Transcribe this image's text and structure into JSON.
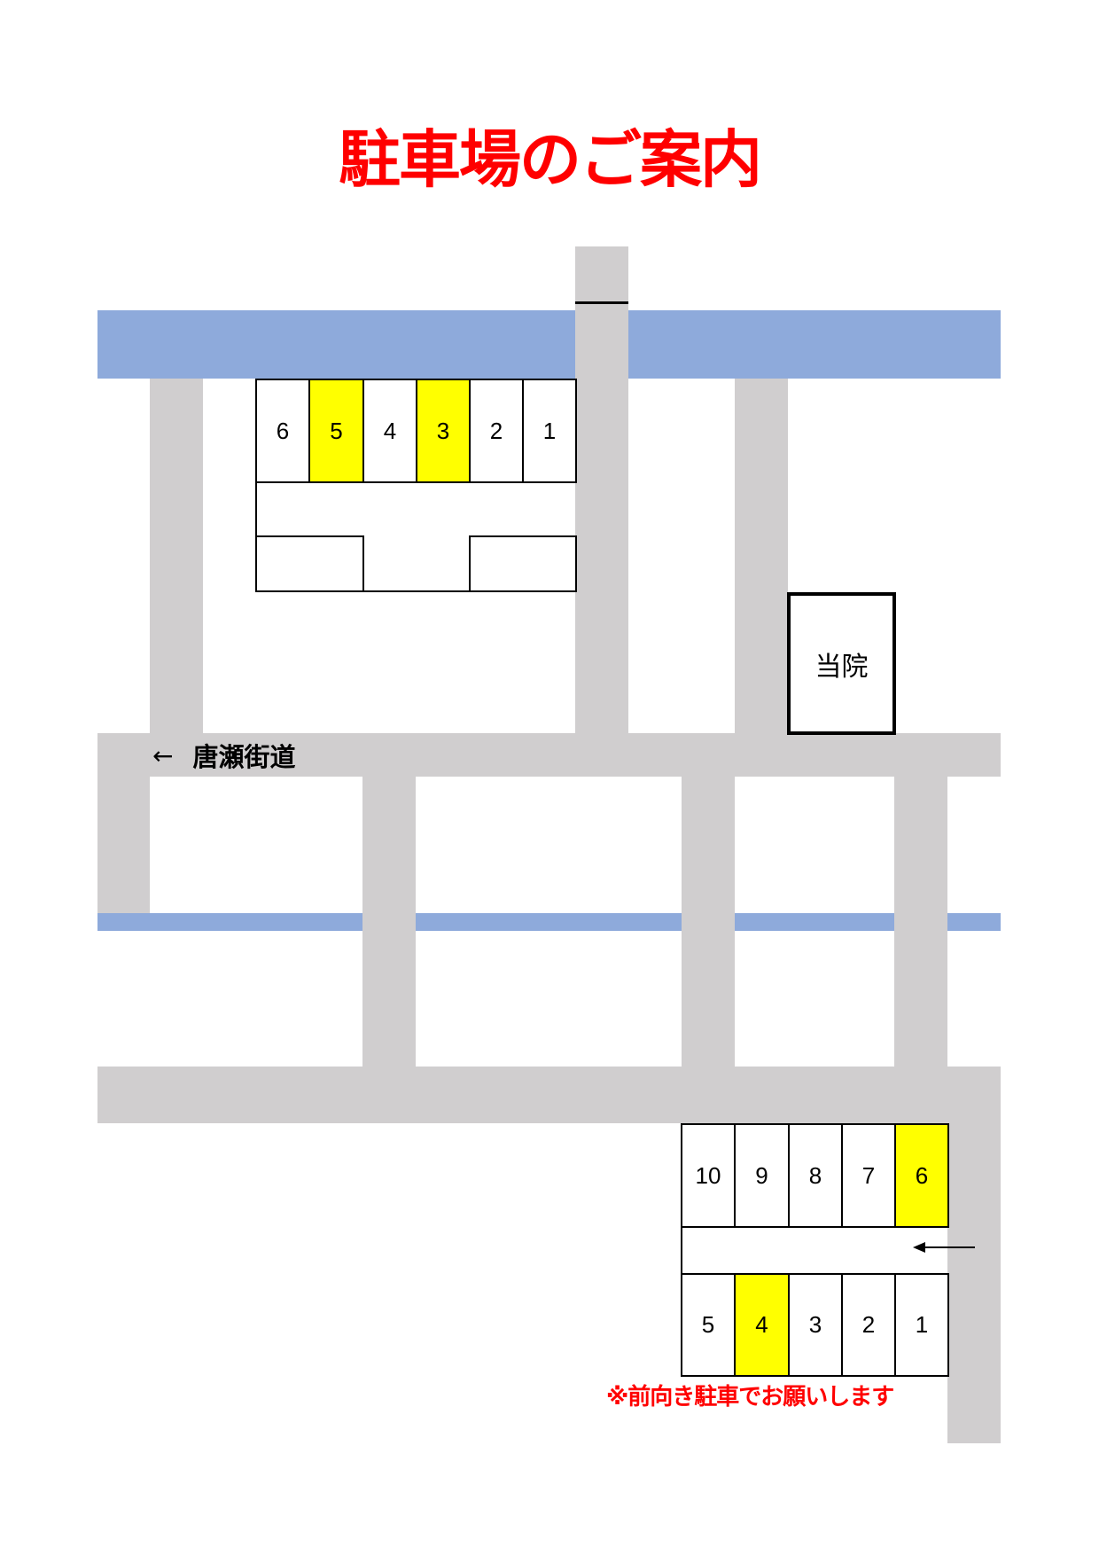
{
  "title": "駐車場のご案内",
  "colors": {
    "title": "#FF0000",
    "road": "#D0CECF",
    "river": "#8EAADB",
    "highlight": "#FFFF00",
    "note": "#FF0000"
  },
  "landmarks": {
    "clinic_label": "当院",
    "road_name": "唐瀬街道",
    "road_arrow": "←"
  },
  "lot_north": {
    "stalls": [
      {
        "number": "6",
        "highlight": false
      },
      {
        "number": "5",
        "highlight": true
      },
      {
        "number": "4",
        "highlight": false
      },
      {
        "number": "3",
        "highlight": true
      },
      {
        "number": "2",
        "highlight": false
      },
      {
        "number": "1",
        "highlight": false
      }
    ]
  },
  "lot_south": {
    "row_top": [
      {
        "number": "10",
        "highlight": false
      },
      {
        "number": "9",
        "highlight": false
      },
      {
        "number": "8",
        "highlight": false
      },
      {
        "number": "7",
        "highlight": false
      },
      {
        "number": "6",
        "highlight": true
      }
    ],
    "row_bottom": [
      {
        "number": "5",
        "highlight": false
      },
      {
        "number": "4",
        "highlight": true
      },
      {
        "number": "3",
        "highlight": false
      },
      {
        "number": "2",
        "highlight": false
      },
      {
        "number": "1",
        "highlight": false
      }
    ],
    "entry_arrow": "←"
  },
  "note": "※前向き駐車でお願いします"
}
